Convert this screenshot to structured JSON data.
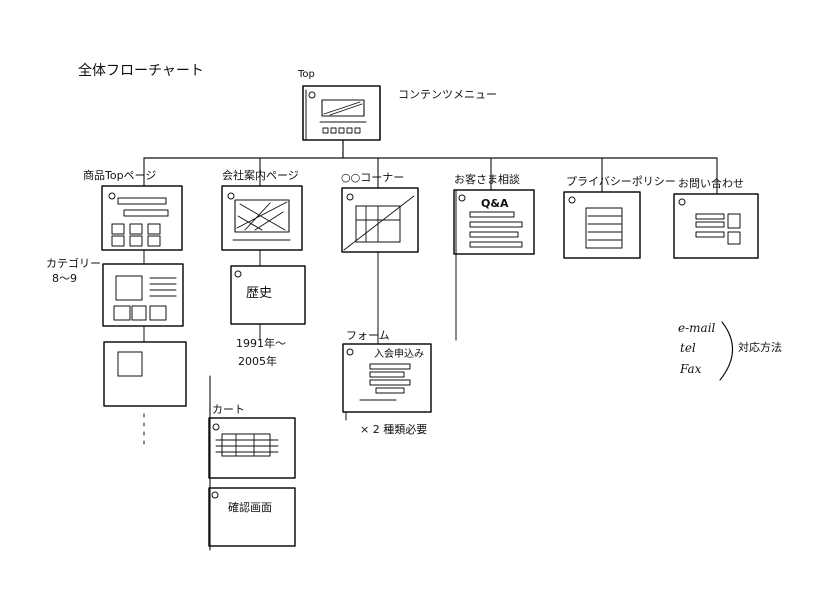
{
  "diagram": {
    "title": "全体フローチャート",
    "top": {
      "label": "Top",
      "note": "コンテンツメニュー"
    },
    "branches": [
      {
        "label": "商品Topページ"
      },
      {
        "label": "会社案内ページ"
      },
      {
        "label": "○○コーナー"
      },
      {
        "label": "お客さま相談",
        "inner": "Q&A"
      },
      {
        "label": "プライバシーポリシー"
      },
      {
        "label": "お問い合わせ"
      }
    ],
    "product": {
      "category_label": "カテゴリー",
      "category_range": "8～9"
    },
    "company": {
      "history": "歴史",
      "years_1": "1991年～",
      "years_2": "2005年"
    },
    "cart": {
      "label": "カート",
      "confirm": "確認画面"
    },
    "form": {
      "label": "フォーム",
      "inner": "入会申込み",
      "note": "× 2 種類必要"
    },
    "contact_methods": {
      "items": [
        "e-mail",
        "tel",
        "Fax"
      ],
      "label": "対応方法"
    }
  }
}
